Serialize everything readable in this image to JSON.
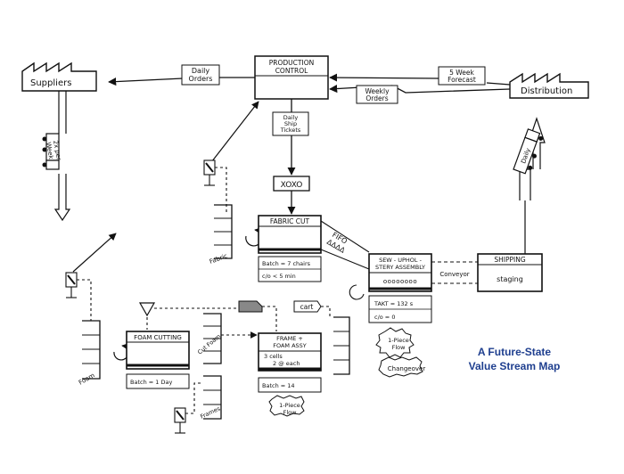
{
  "title": {
    "line1": "A Future-State",
    "line2": "Value Stream Map",
    "color": "#1f3f8f"
  },
  "suppliers": {
    "label": "Suppliers"
  },
  "distribution": {
    "label": "Distribution"
  },
  "production_control": {
    "line1": "PRODUCTION",
    "line2": "CONTROL"
  },
  "info_flows": {
    "daily_orders": {
      "line1": "Daily",
      "line2": "Orders"
    },
    "weekly_orders": {
      "line1": "Weekly",
      "line2": "Orders"
    },
    "forecast": {
      "line1": "5 Week",
      "line2": "Forecast"
    },
    "daily_ship_tickets": {
      "line1": "Daily",
      "line2": "Ship",
      "line3": "Tickets"
    }
  },
  "supplier_delivery": {
    "line1": "2x per",
    "line2": "Week"
  },
  "distribution_delivery": {
    "label": "Daily"
  },
  "xoxo": {
    "label": "XOXO"
  },
  "processes": {
    "fabric_cut": {
      "name": "FABRIC CUT",
      "data1": "Batch = 7 chairs",
      "data2": "c/o < 5 min"
    },
    "sew_upholstery": {
      "line1": "SEW - UPHOL -",
      "line2": "STERY ASSEMBLY",
      "operators": "oooooooo"
    },
    "shipping": {
      "name": "SHIPPING",
      "sub": "staging"
    },
    "foam_cutting": {
      "name": "FOAM CUTTING",
      "data1": "Batch = 1 Day"
    },
    "frame_foam_assy": {
      "line1": "FRAME +",
      "line2": "FOAM ASSY",
      "line3": "3 cells",
      "line4": "2 @ each",
      "data1": "Batch = 14"
    }
  },
  "fifo": {
    "label": "FIFO",
    "triangles": "ΔΔΔΔ"
  },
  "conveyor": {
    "label": "Conveyor"
  },
  "takt": {
    "line1": "TAKT = 132 s",
    "line2": "c/o = 0"
  },
  "kaizen": {
    "one_piece_flow_a": {
      "line1": "1-Piece",
      "line2": "Flow"
    },
    "changeover": {
      "label": "Changeover"
    },
    "one_piece_flow_b": {
      "line1": "1-Piece",
      "line2": "Flow"
    }
  },
  "labels": {
    "fabric": "Fabric",
    "foam": "Foam",
    "cut_foam": "Cut Foam",
    "frames": "Frames",
    "cart": "cart"
  }
}
